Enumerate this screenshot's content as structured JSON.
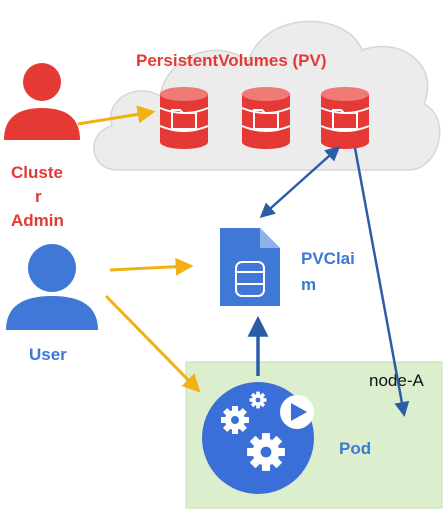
{
  "labels": {
    "pv_title": "PersistentVolumes (PV)",
    "cluster_admin": [
      "Cluste",
      "r",
      "Admin"
    ],
    "user": "User",
    "pvclaim": [
      "PVClai",
      "m"
    ],
    "node": "node-A",
    "pod": "Pod"
  },
  "colors": {
    "red": "#e53935",
    "blue": "#3f78d6",
    "pod_blue": "#3a6fd8",
    "dark_blue_arrow": "#2b5ca8",
    "yellow_arrow": "#f2b112",
    "cloud": "#ececec",
    "node_bg": "#dbeecd"
  },
  "icons": {
    "cluster_admin": "person-icon",
    "user": "person-icon",
    "pv": "database-cylinder-icon",
    "pvclaim": "document-icon",
    "pod": "gears-play-icon"
  }
}
